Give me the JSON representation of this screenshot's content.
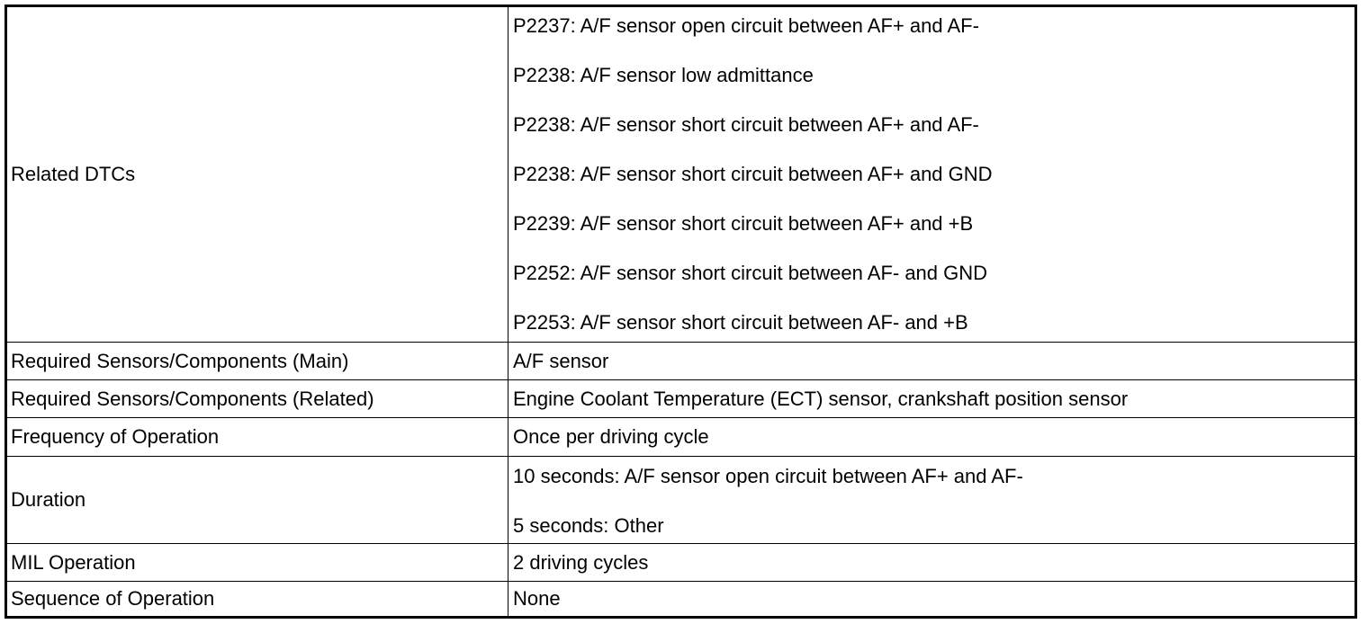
{
  "table": {
    "rows": [
      {
        "label": "Related DTCs",
        "values": [
          "P2237: A/F sensor open circuit between AF+ and AF-",
          "P2238: A/F sensor low admittance",
          "P2238: A/F sensor short circuit between AF+ and AF-",
          "P2238: A/F sensor short circuit between AF+ and GND",
          "P2239: A/F sensor short circuit between AF+ and +B",
          "P2252: A/F sensor short circuit between AF- and GND",
          "P2253: A/F sensor short circuit between AF- and +B"
        ]
      },
      {
        "label": "Required Sensors/Components (Main)",
        "value": "A/F sensor"
      },
      {
        "label": "Required Sensors/Components (Related)",
        "value": "Engine Coolant Temperature (ECT) sensor, crankshaft position sensor"
      },
      {
        "label": "Frequency of Operation",
        "value": "Once per driving cycle"
      },
      {
        "label": "Duration",
        "values": [
          "10 seconds: A/F sensor open circuit between AF+ and AF-",
          "5 seconds: Other"
        ]
      },
      {
        "label": "MIL Operation",
        "value": "2 driving cycles"
      },
      {
        "label": "Sequence of Operation",
        "value": "None"
      }
    ]
  }
}
